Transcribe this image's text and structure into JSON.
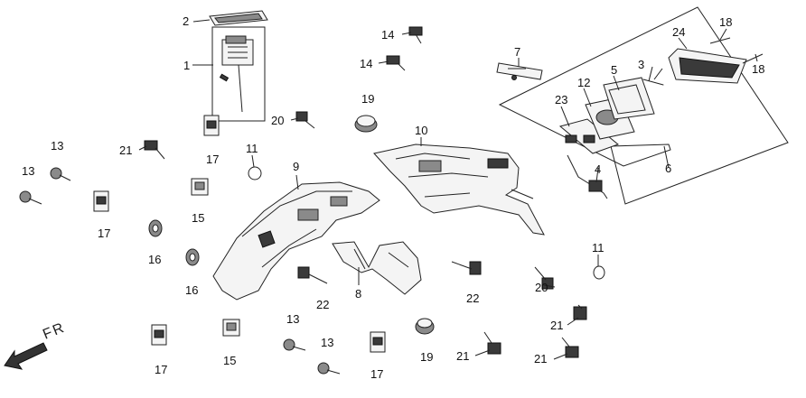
{
  "direction": {
    "text": "FR"
  },
  "callouts": [
    {
      "id": "c1",
      "text": "1"
    },
    {
      "id": "c2",
      "text": "2"
    },
    {
      "id": "c3",
      "text": "3"
    },
    {
      "id": "c4",
      "text": "4"
    },
    {
      "id": "c5",
      "text": "5"
    },
    {
      "id": "c6",
      "text": "6"
    },
    {
      "id": "c7",
      "text": "7"
    },
    {
      "id": "c8",
      "text": "8"
    },
    {
      "id": "c9",
      "text": "9"
    },
    {
      "id": "c10",
      "text": "10"
    },
    {
      "id": "c11a",
      "text": "11"
    },
    {
      "id": "c11b",
      "text": "11"
    },
    {
      "id": "c12",
      "text": "12"
    },
    {
      "id": "c13a",
      "text": "13"
    },
    {
      "id": "c13b",
      "text": "13"
    },
    {
      "id": "c13c",
      "text": "13"
    },
    {
      "id": "c13d",
      "text": "13"
    },
    {
      "id": "c14a",
      "text": "14"
    },
    {
      "id": "c14b",
      "text": "14"
    },
    {
      "id": "c15a",
      "text": "15"
    },
    {
      "id": "c15b",
      "text": "15"
    },
    {
      "id": "c16a",
      "text": "16"
    },
    {
      "id": "c16b",
      "text": "16"
    },
    {
      "id": "c17a",
      "text": "17"
    },
    {
      "id": "c17b",
      "text": "17"
    },
    {
      "id": "c17c",
      "text": "17"
    },
    {
      "id": "c17d",
      "text": "17"
    },
    {
      "id": "c18a",
      "text": "18"
    },
    {
      "id": "c18b",
      "text": "18"
    },
    {
      "id": "c19a",
      "text": "19"
    },
    {
      "id": "c19b",
      "text": "19"
    },
    {
      "id": "c20a",
      "text": "20"
    },
    {
      "id": "c20b",
      "text": "20"
    },
    {
      "id": "c21a",
      "text": "21"
    },
    {
      "id": "c21b",
      "text": "21"
    },
    {
      "id": "c21c",
      "text": "21"
    },
    {
      "id": "c21d",
      "text": "21"
    },
    {
      "id": "c22a",
      "text": "22"
    },
    {
      "id": "c22b",
      "text": "22"
    },
    {
      "id": "c23",
      "text": "23"
    },
    {
      "id": "c24",
      "text": "24"
    }
  ]
}
